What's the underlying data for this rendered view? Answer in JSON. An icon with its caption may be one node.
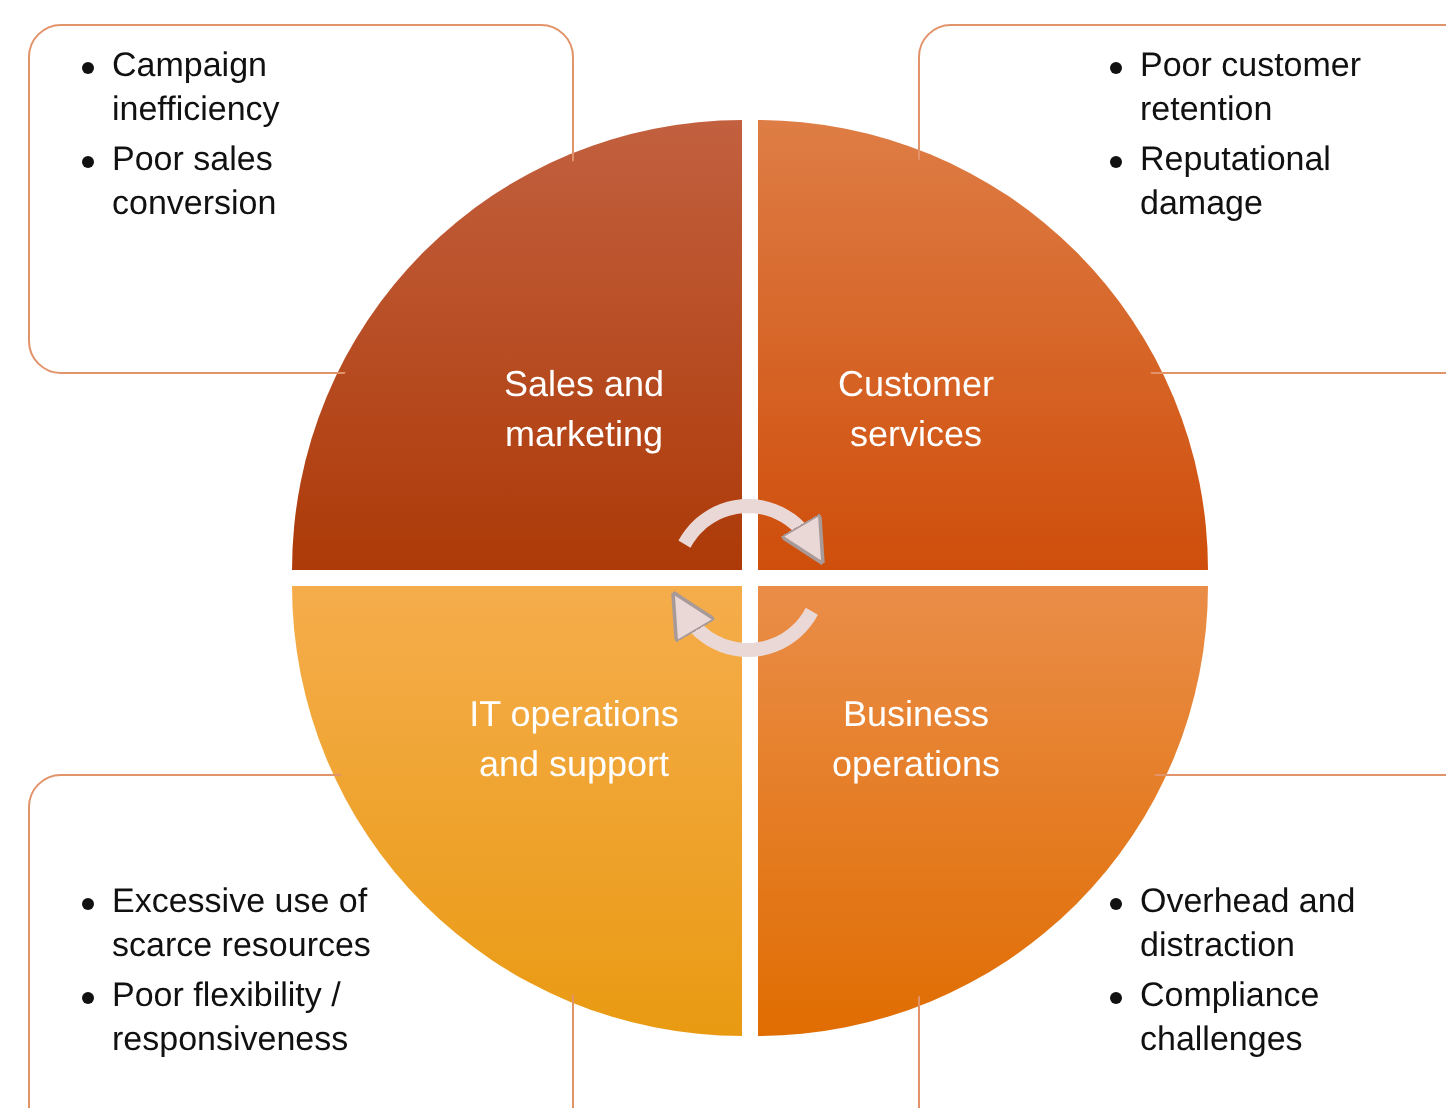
{
  "diagram": {
    "nodes": [
      {
        "text": [
          "Campaign inefficiency",
          "Poor sales conversion"
        ]
      },
      {
        "text": [
          "Poor customer retention",
          "Reputational damage"
        ]
      },
      {
        "text": [
          "Sales and marketing"
        ]
      },
      {
        "text": [
          "Customer services"
        ]
      },
      {
        "text": [
          "IT operations and support"
        ]
      },
      {
        "text": [
          "Business operations"
        ]
      },
      {
        "text": [
          "Excessive use of scarce resources",
          "Poor flexibility / responsiveness"
        ]
      },
      {
        "text": [
          "Overhead and distraction",
          "Compliance challenges"
        ]
      }
    ],
    "edges": [
      {
        "from": 2,
        "to": 3,
        "arrow": "to"
      },
      {
        "from": 5,
        "to": 4,
        "arrow": "to"
      }
    ]
  }
}
